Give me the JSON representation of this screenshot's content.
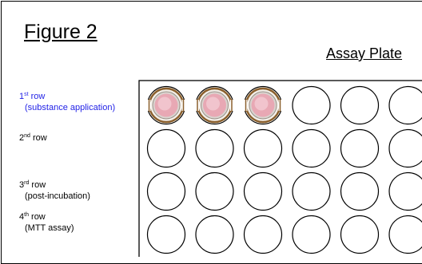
{
  "figure_title": "Figure 2",
  "plate_title": "Assay Plate",
  "rows": [
    {
      "num": "1",
      "suffix": "st",
      "word": "row",
      "note": "(substance application)",
      "highlight": true
    },
    {
      "num": "2",
      "suffix": "nd",
      "word": "row",
      "note": "",
      "highlight": false
    },
    {
      "num": "3",
      "suffix": "rd",
      "word": "row",
      "note": "(post-incubation)",
      "highlight": false
    },
    {
      "num": "4",
      "suffix": "th",
      "word": "row",
      "note": "(MTT assay)",
      "highlight": false
    }
  ],
  "plate": {
    "rows": 4,
    "columns": 6,
    "inserts": [
      {
        "row": 1,
        "column": 1
      },
      {
        "row": 1,
        "column": 2
      },
      {
        "row": 1,
        "column": 3
      }
    ]
  },
  "colors": {
    "label_highlight": "#1f1fe6",
    "insert_frame": "#8a5f2c",
    "insert_fill": "#e8a8b4"
  }
}
